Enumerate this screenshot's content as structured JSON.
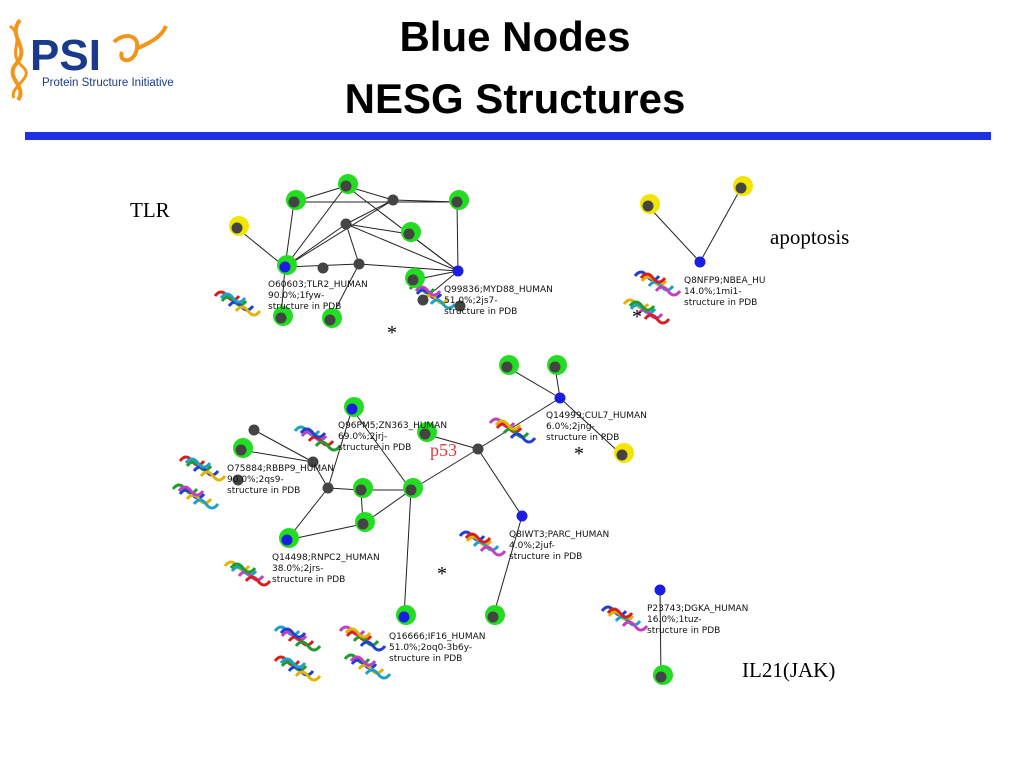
{
  "logo": {
    "wordmark": "PSI",
    "tagline": "Protein Structure Initiative",
    "accent_color": "#f2961b",
    "brand_color": "#1a3b8c"
  },
  "title": {
    "line1": "Blue Nodes",
    "line2": "NESG Structures"
  },
  "rule_color": "#1f2fe6",
  "sections": {
    "tlr": "TLR",
    "apoptosis": "apoptosis",
    "il21": "IL21(JAK)",
    "p53": "p53"
  },
  "stars": [
    "*",
    "*",
    "*",
    "*"
  ],
  "node_labels": {
    "tlr2": [
      "O60603;TLR2_HUMAN",
      "90.0%;1fyw-",
      "structure in PDB"
    ],
    "myd88": [
      "Q99836;MYD88_HUMAN",
      "51.0%;2js7-",
      "structure in PDB"
    ],
    "nbea": [
      "Q8NFP9;NBEA_HU",
      "14.0%;1mi1-",
      "structure in PDB"
    ],
    "cul7": [
      "Q14999;CUL7_HUMAN",
      "6.0%;2jng-",
      "structure in PDB"
    ],
    "zn363": [
      "Q96PM5;ZN363_HUMAN",
      "69.0%;2jrj-",
      "structure in PDB"
    ],
    "rbbp": [
      "O75884;RBBP9_HUMAN",
      "90.0%;2qs9-",
      "structure in PDB"
    ],
    "parc": [
      "Q8IWT3;PARC_HUMAN",
      "4.0%;2juf-",
      "structure in PDB"
    ],
    "rnpc": [
      "Q14498;RNPC2_HUMAN",
      "38.0%;2jrs-",
      "structure in PDB"
    ],
    "if16": [
      "Q16666;IF16_HUMAN",
      "51.0%;2oq0-3b6y-",
      "structure in PDB"
    ],
    "dgka": [
      "P23743;DGKA_HUMAN",
      "16.0%;1tuz-",
      "structure in PDB"
    ]
  },
  "colors": {
    "blue_node": "#1a1ee0",
    "dark_node": "#444444",
    "green_ring": "#22dd22",
    "yellow_ring": "#f2e600",
    "edge": "#222222"
  }
}
